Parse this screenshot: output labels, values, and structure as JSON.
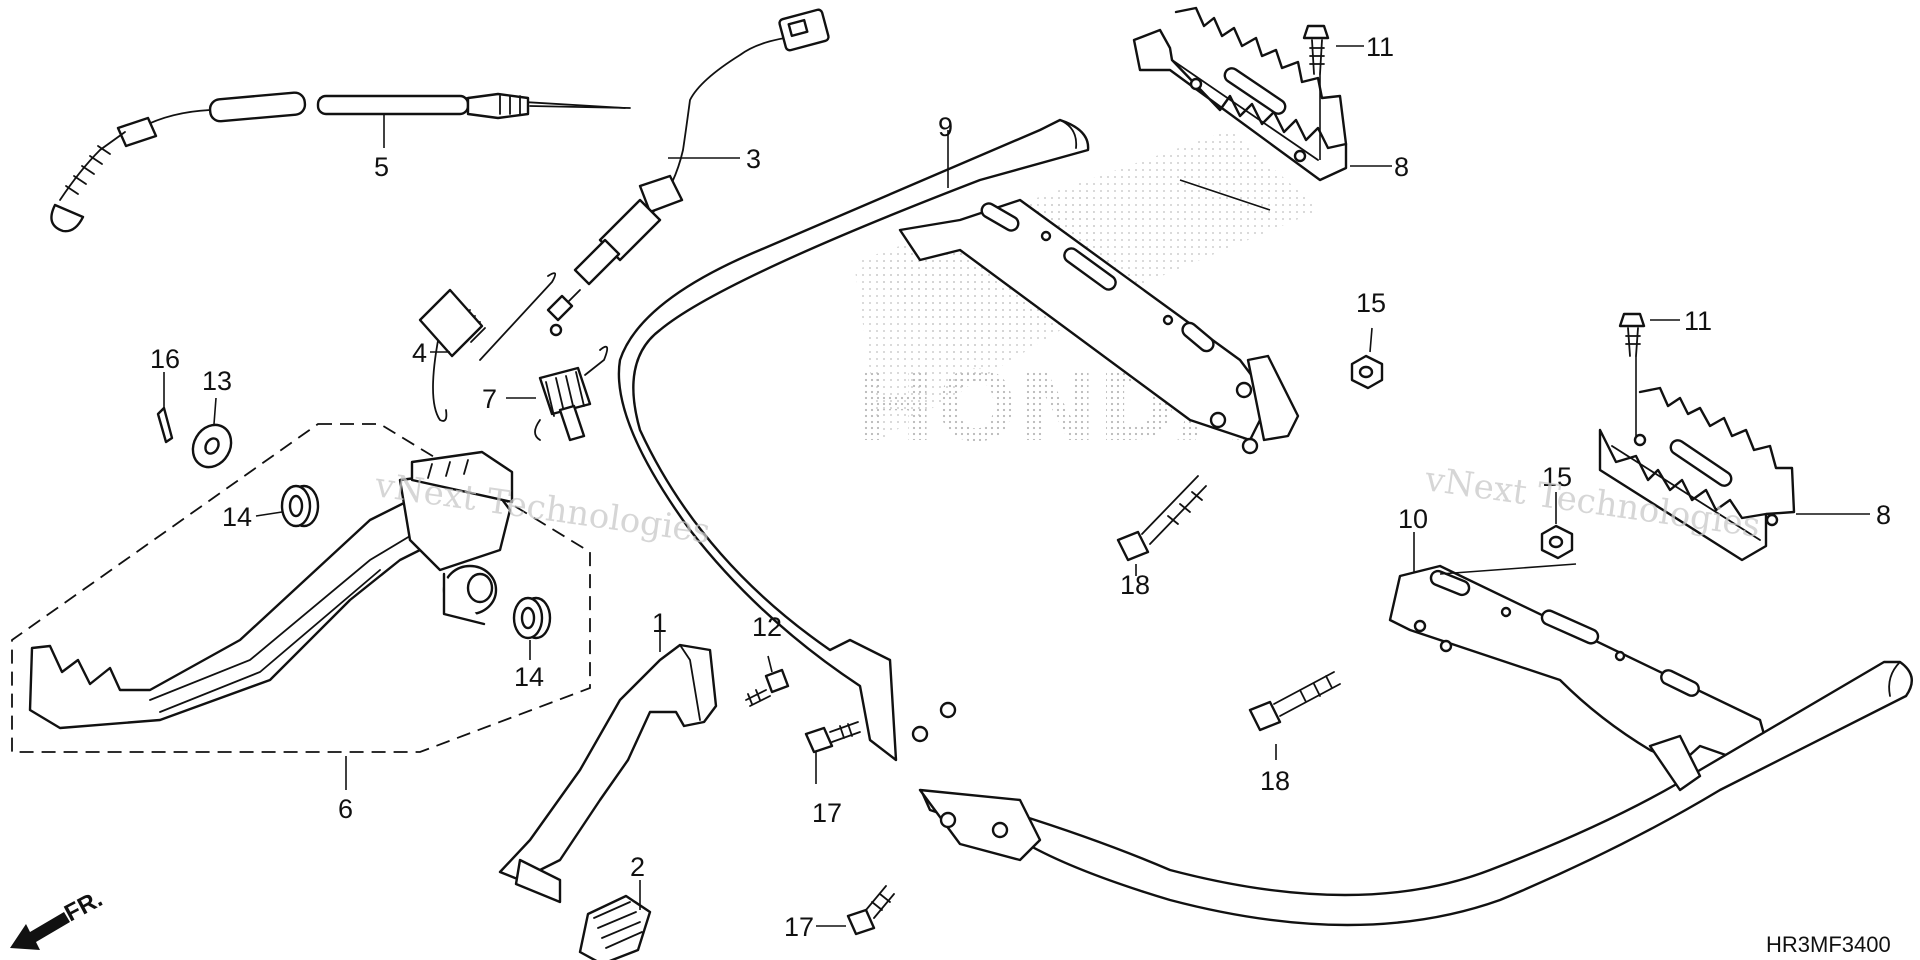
{
  "callouts": {
    "c1": "1",
    "c2": "2",
    "c3": "3",
    "c4": "4",
    "c5": "5",
    "c6": "6",
    "c7": "7",
    "c8a": "8",
    "c8b": "8",
    "c9": "9",
    "c10": "10",
    "c11a": "11",
    "c11b": "11",
    "c12": "12",
    "c13": "13",
    "c14a": "14",
    "c14b": "14",
    "c15a": "15",
    "c15b": "15",
    "c16": "16",
    "c17a": "17",
    "c17b": "17",
    "c18a": "18",
    "c18b": "18"
  },
  "diagram_code": "HR3MF3400",
  "front_indicator": "FR.",
  "watermark": {
    "line1": "vNext Technologies",
    "line2": "vNext Technologies"
  },
  "logo_text": "HONDA",
  "colors": {
    "ink": "#111111",
    "watermark": "#c9c9c9",
    "background": "#ffffff"
  }
}
